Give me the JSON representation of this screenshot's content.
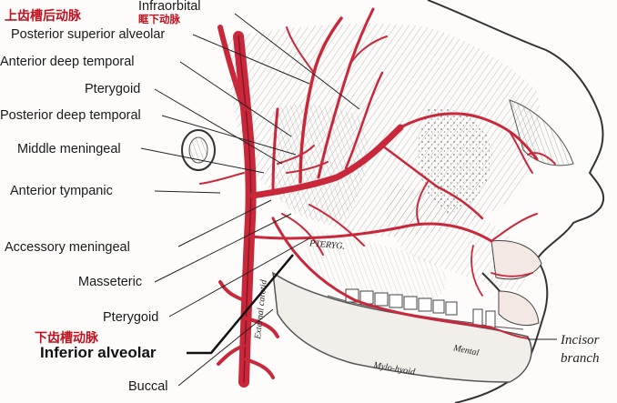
{
  "labels": {
    "upper_alveolar_cn": "上齿槽后动脉",
    "infraorbital_cn": "眶下动脉",
    "infraorbital": "Infraorbital",
    "posterior_superior_alveolar": "Posterior superior alveolar",
    "anterior_deep_temporal": "Anterior deep temporal",
    "pterygoid_top": "Pterygoid",
    "posterior_deep_temporal": "Posterior deep temporal",
    "middle_meningeal": "Middle meningeal",
    "anterior_tympanic": "Anterior tympanic",
    "accessory_meningeal": "Accessory meningeal",
    "masseteric": "Masseteric",
    "pterygoid_bottom": "Pterygoid",
    "inferior_alveolar_cn": "下齿槽动脉",
    "inferior_alveolar": "Inferior alveolar",
    "buccal": "Buccal",
    "incisor": "Incisor",
    "branch": "branch",
    "mental": "Mental",
    "mylo_hyoid": "Mylo-hyoid",
    "pterygo": "PTERYG.",
    "external_carotid": "External carotid"
  },
  "colors": {
    "artery": "#c8283a",
    "artery_dark": "#8e1424",
    "line": "#222222",
    "label_cn": "#c0121f"
  }
}
